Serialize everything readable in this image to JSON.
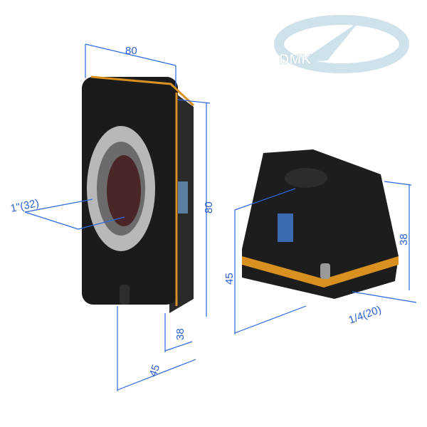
{
  "logo": {
    "text": "DMK"
  },
  "dimensions": {
    "front_width": "80",
    "front_height": "80",
    "mount_thread": "1\"(32)",
    "depth_body": "38",
    "depth_total": "45",
    "side_height_body": "38",
    "side_height_total": "45",
    "tripod_thread": "1/4(20)"
  },
  "colors": {
    "body": "#1b1b1b",
    "accent_stripe": "#d8901e",
    "dimension_lines": "#2a6ae0",
    "logo": "#c9dde8"
  }
}
